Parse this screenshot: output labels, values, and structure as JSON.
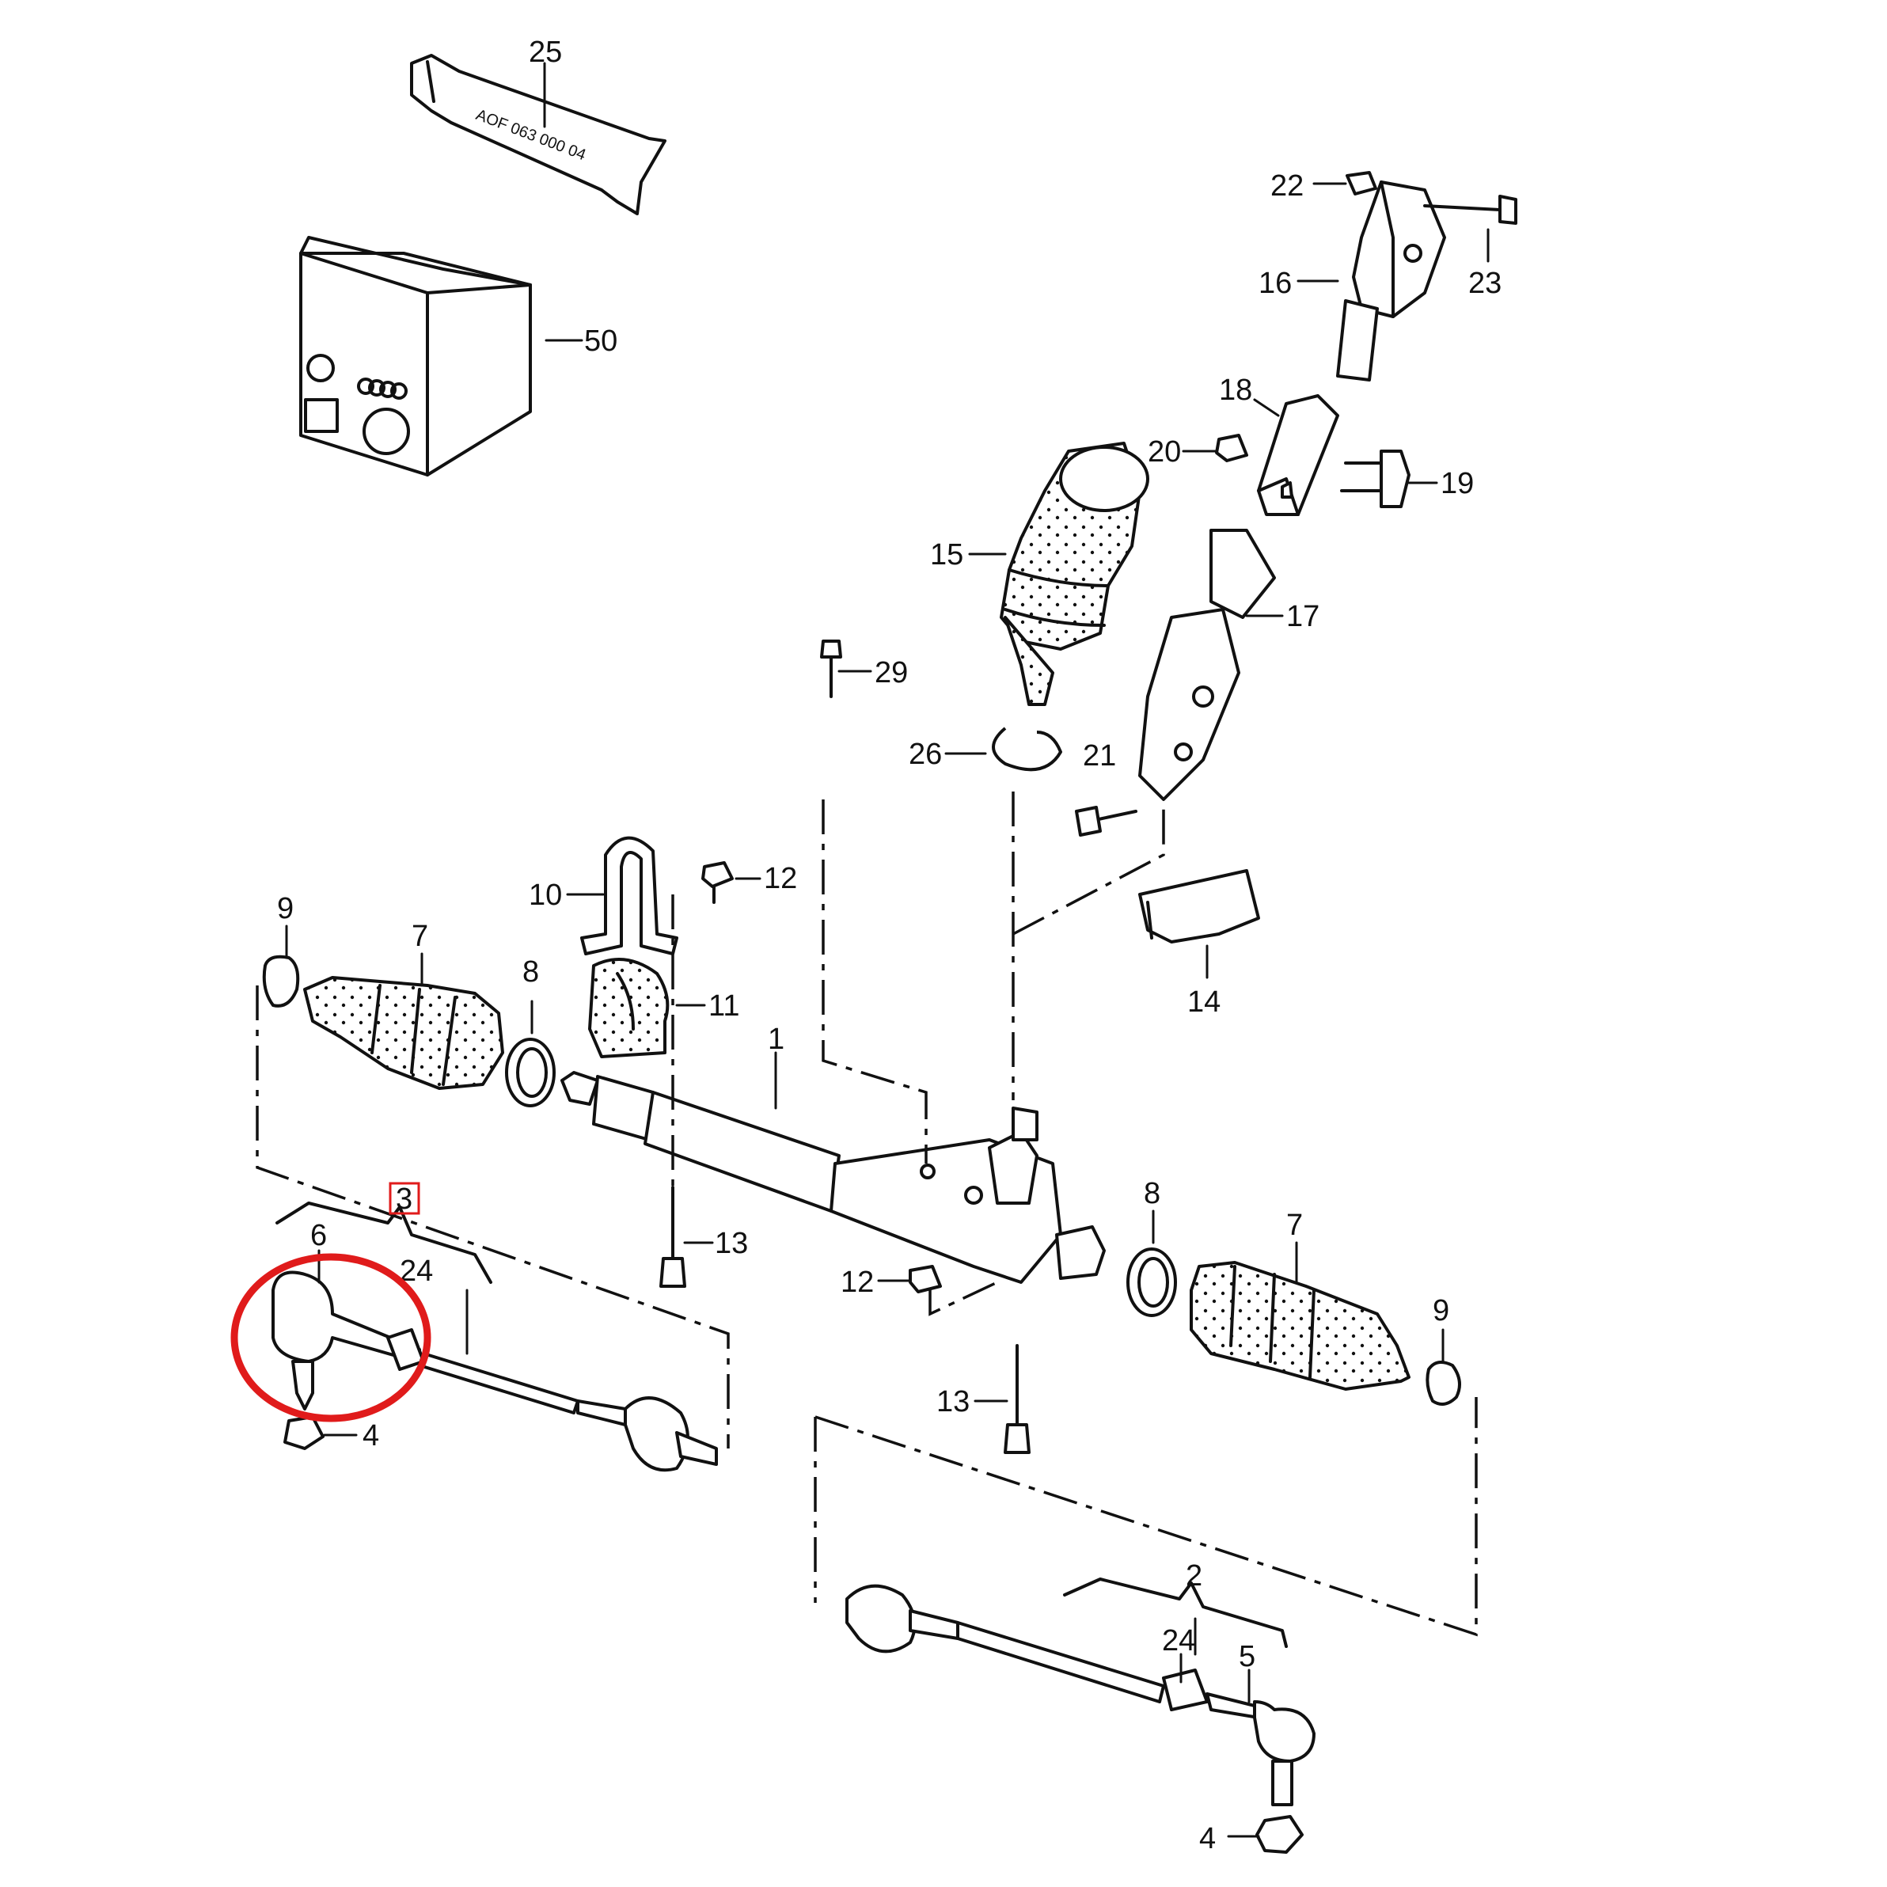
{
  "diagram": {
    "tube_text": "AOF 063 000 04",
    "labels": {
      "p1": "1",
      "p2": "2",
      "p3": "3",
      "p4a": "4",
      "p4b": "4",
      "p5": "5",
      "p6": "6",
      "p7a": "7",
      "p7b": "7",
      "p8a": "8",
      "p8b": "8",
      "p9a": "9",
      "p9b": "9",
      "p10": "10",
      "p11": "11",
      "p12a": "12",
      "p12b": "12",
      "p13a": "13",
      "p13b": "13",
      "p14": "14",
      "p15": "15",
      "p16": "16",
      "p17": "17",
      "p18": "18",
      "p19": "19",
      "p20": "20",
      "p21": "21",
      "p22": "22",
      "p23": "23",
      "p24a": "24",
      "p24b": "24",
      "p25": "25",
      "p26": "26",
      "p29": "29",
      "p50": "50"
    },
    "highlight": {
      "circle_color": "#e01b1b",
      "box_color": "#e01b1b",
      "highlighted_part": "3"
    }
  }
}
